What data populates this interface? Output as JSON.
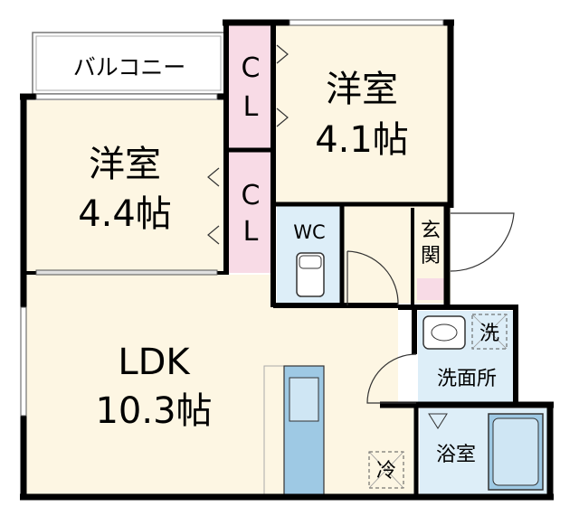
{
  "rooms": {
    "balcony": {
      "label": "バルコニー"
    },
    "western_room_left": {
      "name": "洋室",
      "size": "4.4帖"
    },
    "western_room_right": {
      "name": "洋室",
      "size": "4.1帖"
    },
    "closet_upper": {
      "line1": "C",
      "line2": "L"
    },
    "closet_lower": {
      "line1": "C",
      "line2": "L"
    },
    "toilet": {
      "label": "WC"
    },
    "entrance": {
      "line1": "玄",
      "line2": "関"
    },
    "ldk": {
      "name": "LDK",
      "size": "10.3帖"
    },
    "washroom": {
      "label": "洗面所"
    },
    "washing_machine": {
      "label": "洗"
    },
    "bathroom": {
      "label": "浴室"
    },
    "refrigerator": {
      "label": "冷"
    }
  },
  "colors": {
    "room_fill": "#fdf6e3",
    "closet_fill": "#f8dbe6",
    "wet_fill": "#ddeef8",
    "wall": "#000000",
    "blue_fixture": "#9ec9e4"
  }
}
